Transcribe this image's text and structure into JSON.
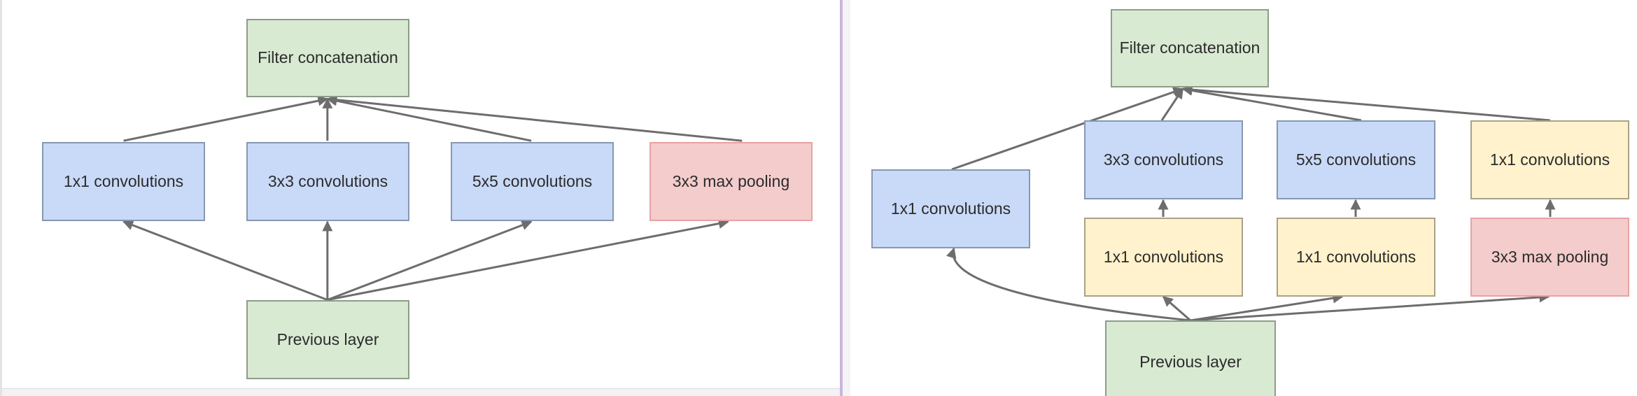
{
  "naive_module": {
    "filter_concat": "Filter concatenation",
    "conv1x1": "1x1 convolutions",
    "conv3x3": "3x3 convolutions",
    "conv5x5": "5x5 convolutions",
    "maxpool": "3x3 max pooling",
    "previous_layer": "Previous layer"
  },
  "reduced_module": {
    "filter_concat": "Filter concatenation",
    "conv1x1_direct": "1x1 convolutions",
    "conv3x3": "3x3 convolutions",
    "conv5x5": "5x5 convolutions",
    "conv1x1_after_pool": "1x1 convolutions",
    "reduce_before_3x3": "1x1 convolutions",
    "reduce_before_5x5": "1x1 convolutions",
    "maxpool": "3x3 max pooling",
    "previous_layer": "Previous layer"
  },
  "colors": {
    "concat_and_input": "#d9ead3",
    "convolution": "#c9daf8",
    "reduction_1x1": "#fff2cc",
    "pooling": "#f4cccc",
    "edge": "#6d6d6d"
  }
}
